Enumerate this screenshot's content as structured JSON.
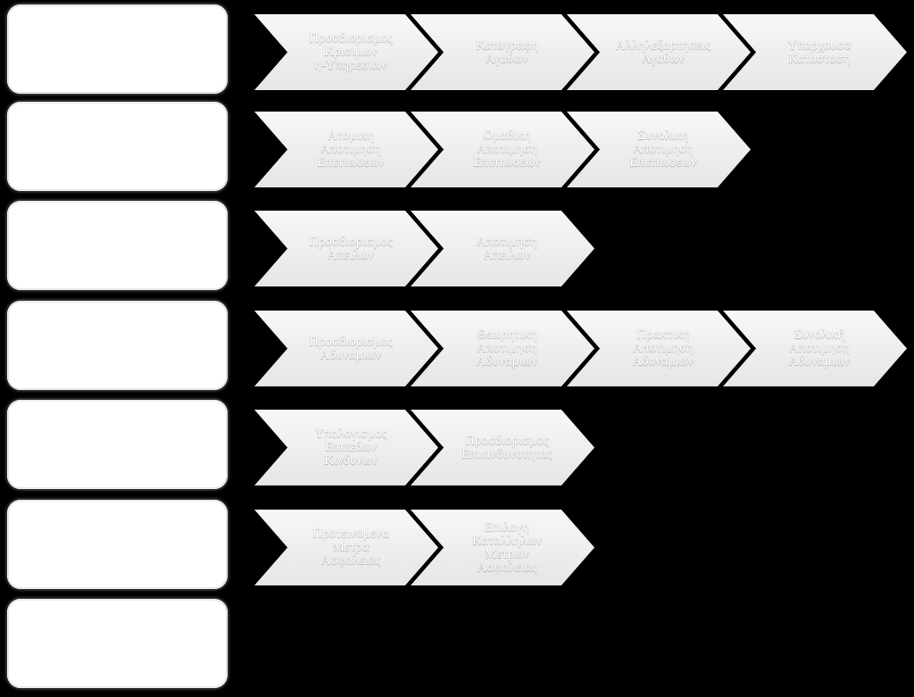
{
  "stages": [
    {
      "steps": [
        "Προσδιορισμος\nΚρισιμων\nη-Υπηρεσιων",
        "Καταγραφη\nΑγαθων",
        "Αλληλεξαρτησεις\nΑγαθων",
        "Υπαρχουσα\nΚατασταση"
      ]
    },
    {
      "steps": [
        "Ατομικη\nΑποτιμηση\nΕπιπτωσεων",
        "Ομαδικη\nΑποτιμηση\nΕπιπτωσεων",
        "Συνολικη\nΑποτιμηση\nΕπιπτωσεων"
      ]
    },
    {
      "steps": [
        "Προσδιορισμος\nΑπειλων",
        "Αποτιμηση\nΑπειλων"
      ]
    },
    {
      "steps": [
        "Προσδιορισμος\nΑδυναμιων",
        "Θεωρητικη\nΑποτιμηση\nΑδυναμιων",
        "Πρακτικη\nΑποτιμηση\nΑδυναμιων",
        "Συνολική\nΑποτιμηση\nΑδυναμιων"
      ]
    },
    {
      "steps": [
        "Υπολογισμος\nΕπιπεδων\nΚινδυνων",
        "Προσδιορισμος\nΕπικινδυνοτητας"
      ]
    },
    {
      "steps": [
        "Προτεινομενα\nΜετρα\nΑσφαλειας",
        "Επιλογη\nΚαταλληλων\nΜετρων\nΑσφαλειας"
      ]
    },
    {
      "steps": []
    }
  ]
}
